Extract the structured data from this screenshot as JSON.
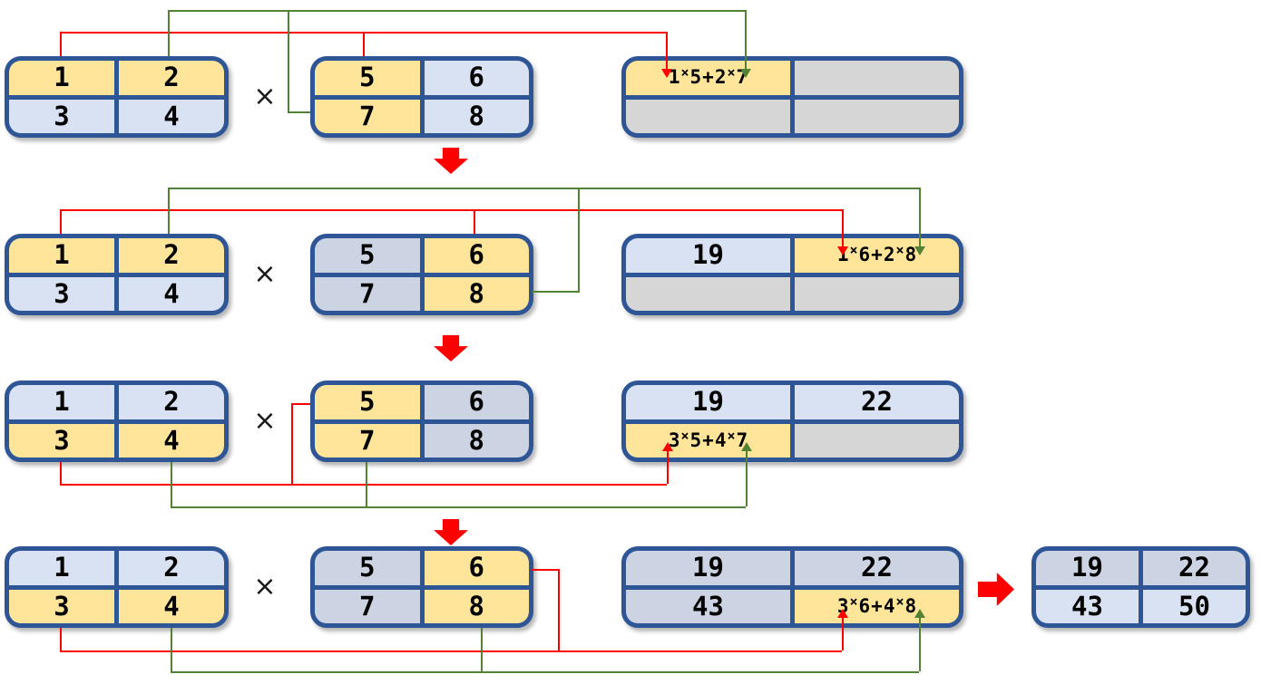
{
  "labels": {
    "times": "×"
  },
  "palette": {
    "yellow": "#FFE599",
    "blue": "#D9E2F3",
    "dim": "#CCD4E3",
    "gray": "#D6D6D6",
    "border": "#2E5596",
    "red": "#FF0000",
    "green": "#538135",
    "text": "#000000"
  },
  "steps": [
    {
      "matrix_a": [
        {
          "v": "1",
          "c": "yellow"
        },
        {
          "v": "2",
          "c": "yellow"
        },
        {
          "v": "3",
          "c": "blue"
        },
        {
          "v": "4",
          "c": "blue"
        }
      ],
      "matrix_b": [
        {
          "v": "5",
          "c": "yellow"
        },
        {
          "v": "6",
          "c": "blue"
        },
        {
          "v": "7",
          "c": "yellow"
        },
        {
          "v": "8",
          "c": "blue"
        }
      ],
      "result": [
        {
          "v": "1×5+2×7",
          "c": "yellow"
        },
        {
          "v": "",
          "c": "gray"
        },
        {
          "v": "",
          "c": "gray"
        },
        {
          "v": "",
          "c": "gray"
        }
      ]
    },
    {
      "matrix_a": [
        {
          "v": "1",
          "c": "yellow"
        },
        {
          "v": "2",
          "c": "yellow"
        },
        {
          "v": "3",
          "c": "blue"
        },
        {
          "v": "4",
          "c": "blue"
        }
      ],
      "matrix_b": [
        {
          "v": "5",
          "c": "dim"
        },
        {
          "v": "6",
          "c": "yellow"
        },
        {
          "v": "7",
          "c": "dim"
        },
        {
          "v": "8",
          "c": "yellow"
        }
      ],
      "result": [
        {
          "v": "19",
          "c": "blue"
        },
        {
          "v": "1×6+2×8",
          "c": "yellow"
        },
        {
          "v": "",
          "c": "gray"
        },
        {
          "v": "",
          "c": "gray"
        }
      ]
    },
    {
      "matrix_a": [
        {
          "v": "1",
          "c": "blue"
        },
        {
          "v": "2",
          "c": "blue"
        },
        {
          "v": "3",
          "c": "yellow"
        },
        {
          "v": "4",
          "c": "yellow"
        }
      ],
      "matrix_b": [
        {
          "v": "5",
          "c": "yellow"
        },
        {
          "v": "6",
          "c": "dim"
        },
        {
          "v": "7",
          "c": "yellow"
        },
        {
          "v": "8",
          "c": "dim"
        }
      ],
      "result": [
        {
          "v": "19",
          "c": "blue"
        },
        {
          "v": "22",
          "c": "blue"
        },
        {
          "v": "3×5+4×7",
          "c": "yellow"
        },
        {
          "v": "",
          "c": "gray"
        }
      ]
    },
    {
      "matrix_a": [
        {
          "v": "1",
          "c": "blue"
        },
        {
          "v": "2",
          "c": "blue"
        },
        {
          "v": "3",
          "c": "yellow"
        },
        {
          "v": "4",
          "c": "yellow"
        }
      ],
      "matrix_b": [
        {
          "v": "5",
          "c": "dim"
        },
        {
          "v": "6",
          "c": "yellow"
        },
        {
          "v": "7",
          "c": "dim"
        },
        {
          "v": "8",
          "c": "yellow"
        }
      ],
      "result": [
        {
          "v": "19",
          "c": "dim"
        },
        {
          "v": "22",
          "c": "dim"
        },
        {
          "v": "43",
          "c": "dim"
        },
        {
          "v": "3×6+4×8",
          "c": "yellow"
        }
      ]
    }
  ],
  "final_matrix": [
    {
      "v": "19",
      "c": "dim"
    },
    {
      "v": "22",
      "c": "dim"
    },
    {
      "v": "43",
      "c": "blue"
    },
    {
      "v": "50",
      "c": "blue"
    }
  ]
}
